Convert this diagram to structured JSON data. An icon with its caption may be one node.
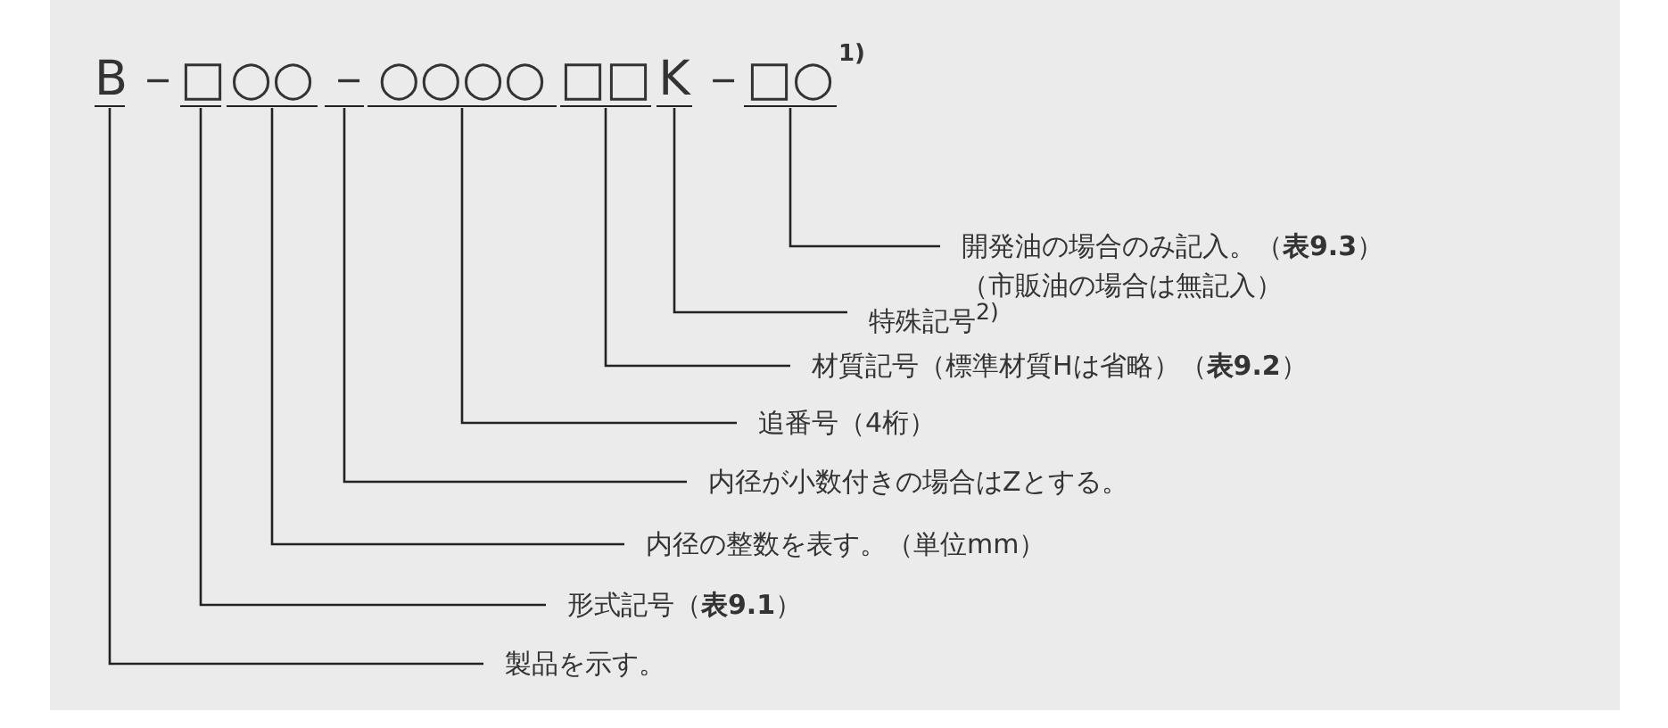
{
  "diagram": {
    "nodes": [
      {
        "text": [
          "B"
        ]
      },
      {
        "text": [
          "□"
        ]
      },
      {
        "text": [
          "○○"
        ]
      },
      {
        "text": [
          "－"
        ]
      },
      {
        "text": [
          "○○○○"
        ]
      },
      {
        "text": [
          "□□"
        ]
      },
      {
        "text": [
          "K"
        ]
      },
      {
        "text": [
          "□○"
        ]
      },
      {
        "text": [
          "開発油の場合のみ記入。（**表9.3**）",
          "（市販油の場合は無記入）"
        ]
      },
      {
        "text": [
          "特殊記号$^{2)}$"
        ]
      },
      {
        "text": [
          "材質記号（標準材質Hは省略）（**表9.2**）"
        ]
      },
      {
        "text": [
          "追番号（4桁）"
        ]
      },
      {
        "text": [
          "内径が小数付きの場合はZとする。"
        ]
      },
      {
        "text": [
          "内径の整数を表す。（単位mm）"
        ]
      },
      {
        "text": [
          "形式記号（**表9.1**）"
        ]
      },
      {
        "text": [
          "製品を示す。"
        ]
      }
    ],
    "edges": [
      {
        "from": 8,
        "to": 7,
        "arrow": "none"
      },
      {
        "from": 9,
        "to": 6,
        "arrow": "none"
      },
      {
        "from": 10,
        "to": 5,
        "arrow": "none"
      },
      {
        "from": 11,
        "to": 4,
        "arrow": "none"
      },
      {
        "from": 12,
        "to": 3,
        "arrow": "none"
      },
      {
        "from": 13,
        "to": 2,
        "arrow": "none"
      },
      {
        "from": 14,
        "to": 1,
        "arrow": "none"
      },
      {
        "from": 15,
        "to": 0,
        "arrow": "none"
      }
    ],
    "labels": [
      "－",
      "－",
      "1)"
    ]
  }
}
